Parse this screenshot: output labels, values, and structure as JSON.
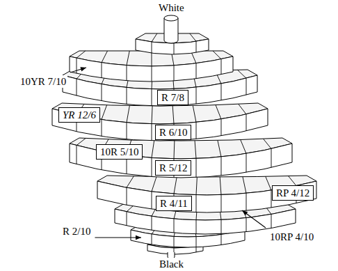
{
  "diagram": {
    "nodes": [
      {
        "text": [
          "YR 12/6"
        ]
      },
      {
        "text": [
          "R 7/8"
        ]
      },
      {
        "text": [
          "R 6/10"
        ]
      },
      {
        "text": [
          "10R 5/10"
        ]
      },
      {
        "text": [
          "R 5/12"
        ]
      },
      {
        "text": [
          "R 4/11"
        ]
      },
      {
        "text": [
          "RP 4/12"
        ]
      }
    ],
    "labels": [
      "White",
      "10YR 7/10",
      "R 2/10",
      "10RP 4/10",
      "Black"
    ]
  }
}
